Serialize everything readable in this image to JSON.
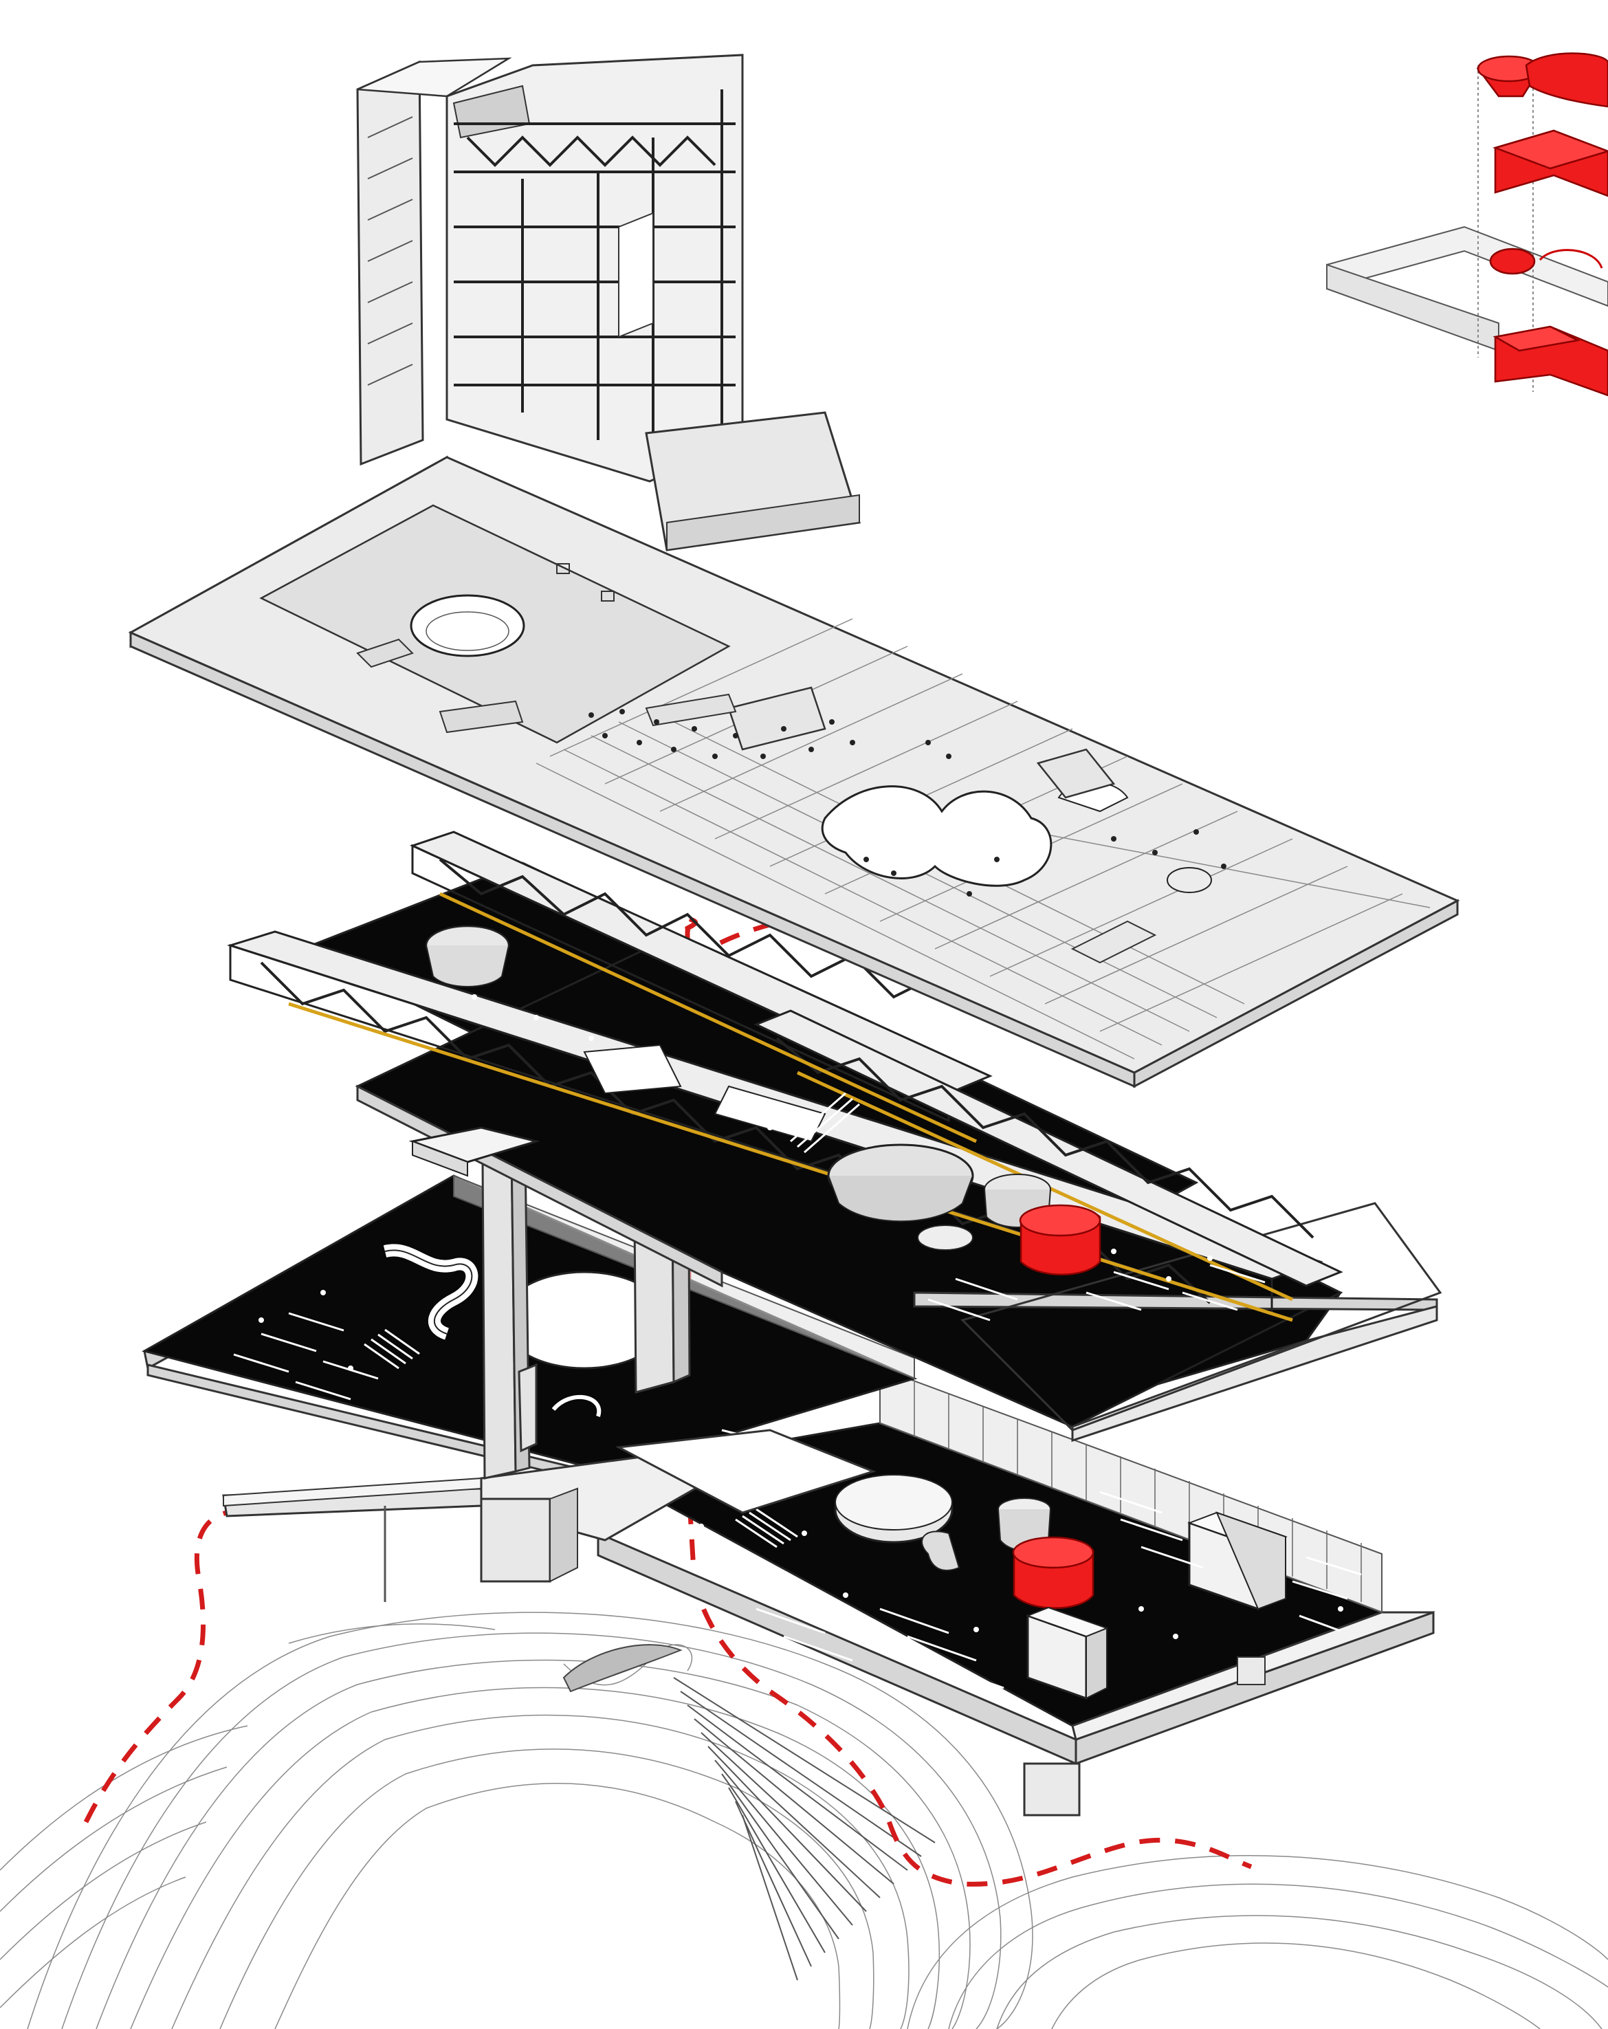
{
  "diagram": {
    "type": "exploded-axonometric",
    "colors": {
      "background": "#ffffff",
      "route": "#d41b1b",
      "highlight": "#ee1c1c",
      "floor_dark": "#080808",
      "slab_light": "#ececec",
      "shelving": "#d7a21a"
    },
    "components": [
      "tower-block",
      "red-program-inset",
      "roof-plaza-slab",
      "upper-truss-floor",
      "lower-floor-plate",
      "entry-bridge",
      "topographic-landscape",
      "circulation-route"
    ]
  }
}
